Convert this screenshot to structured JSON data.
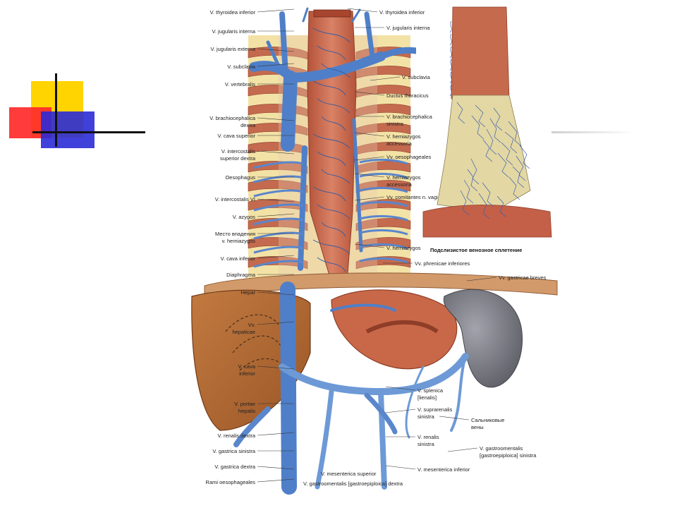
{
  "labels_left": [
    "V. thyroidea inferior",
    "V. jugularis interna",
    "V. jugularis externa",
    "V. subclavia",
    "V. vertebralis",
    "V. brachiocephalica",
    "dextra",
    "V. cava superior",
    "V. intercostalis",
    "superior dextra",
    "Oesophagus",
    "V. intercostalis VI",
    "V. azygos",
    "Место впадения",
    "v. hemiazygos",
    "V. cava inferior",
    "Diaphragma",
    "Hepar",
    "Vv.",
    "hepaticae",
    "V. cava",
    "inferior",
    "V. portae",
    "hepatis",
    "V. renalis dextra",
    "V. gastrica sinistra",
    "V. gastrica dextra",
    "Rami oesophageales"
  ],
  "labels_right": [
    "V. thyroidea inferior",
    "V. jugularis interna",
    "V. subclavia",
    "Ductus thoracicus",
    "V. brachiocephalica",
    "sinistra",
    "V. hemiazygos",
    "accessoria",
    "Vv. oesophageales",
    "V. hemiazygos",
    "accessoria",
    "Vv. comitantes n. vagi",
    "V. hemiazygos",
    "Vv. phrenicae inferiores",
    "Vv. gastricae breves",
    "V. splenica",
    "[lienalis]",
    "V. suprarenalis",
    "sinistra",
    "V. renalis",
    "sinistra",
    "Сальниковые",
    "вены",
    "V. gastroomentalis",
    "[gastroepiploica] sinistra",
    "V. mesenterica superior",
    "V. gastroomentalis [gastroepiploica] dextra",
    "V. mesenterica inferior"
  ],
  "inset_caption": "Подслизистое венозное сплетение",
  "colors": {
    "vein": "#4f7fc8",
    "vein_dark": "#2f5aa6",
    "muscle": "#c4644a",
    "bone": "#f1dc8e",
    "liver": "#b66a35",
    "spleen": "#7a7a84",
    "deco_yellow": "#ffd400",
    "deco_red": "#ff2a2a",
    "deco_blue": "#2b2bd6"
  }
}
